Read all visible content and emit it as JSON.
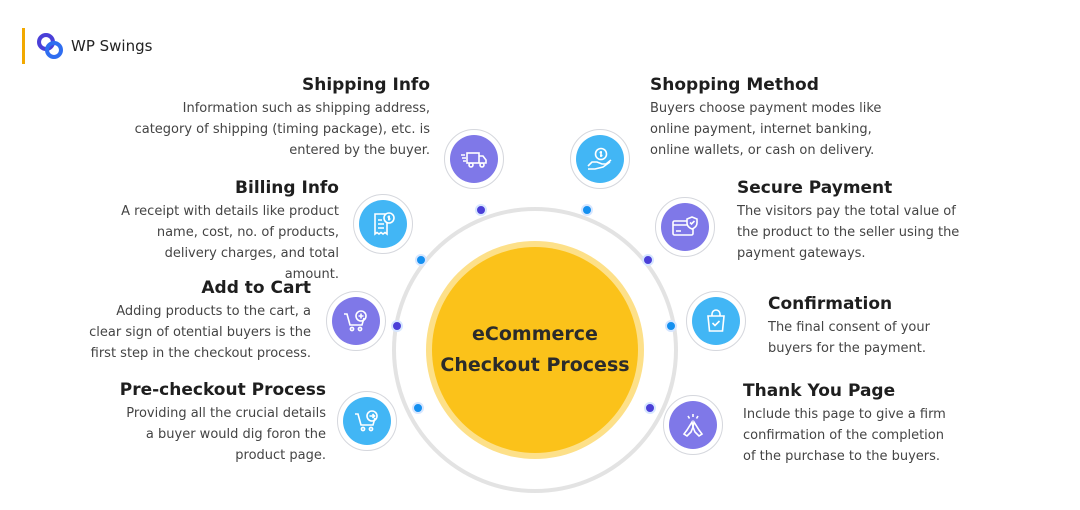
{
  "brand": {
    "name": "WP Swings",
    "accent": "#f2a900"
  },
  "center": {
    "title": "eCommerce Checkout Process",
    "color": "#fbc21a"
  },
  "colors": {
    "purple": "#7f78e8",
    "blue": "#42b6f5",
    "arc": "#e3e3e3"
  },
  "left_steps": [
    {
      "title": "Shipping Info",
      "desc": "Information such as shipping address, category of shipping (timing package), etc. is entered by the buyer.",
      "icon": "delivery-truck-icon"
    },
    {
      "title": "Billing Info",
      "desc": "A receipt with details like product name, cost, no. of products, delivery charges, and total amount.",
      "icon": "receipt-icon"
    },
    {
      "title": "Add to Cart",
      "desc": "Adding products to the cart, a clear sign of otential buyers is the first step in the checkout process.",
      "icon": "add-to-cart-icon"
    },
    {
      "title": "Pre-checkout Process",
      "desc": "Providing all the crucial details a buyer would dig foron the product page.",
      "icon": "cart-arrow-icon"
    }
  ],
  "right_steps": [
    {
      "title": "Shopping Method",
      "desc": "Buyers choose payment modes like online payment, internet banking, online wallets, or cash on delivery.",
      "icon": "hand-coin-icon"
    },
    {
      "title": "Secure Payment",
      "desc": "The visitors pay the total value of the product to the seller using the payment gateways.",
      "icon": "secure-card-icon"
    },
    {
      "title": "Confirmation",
      "desc": "The final consent of your buyers for the payment.",
      "icon": "shopping-bag-check-icon"
    },
    {
      "title": "Thank You Page",
      "desc": "Include this page to give a firm confirmation of the completion of the purchase to the buyers.",
      "icon": "praying-hands-icon"
    }
  ]
}
